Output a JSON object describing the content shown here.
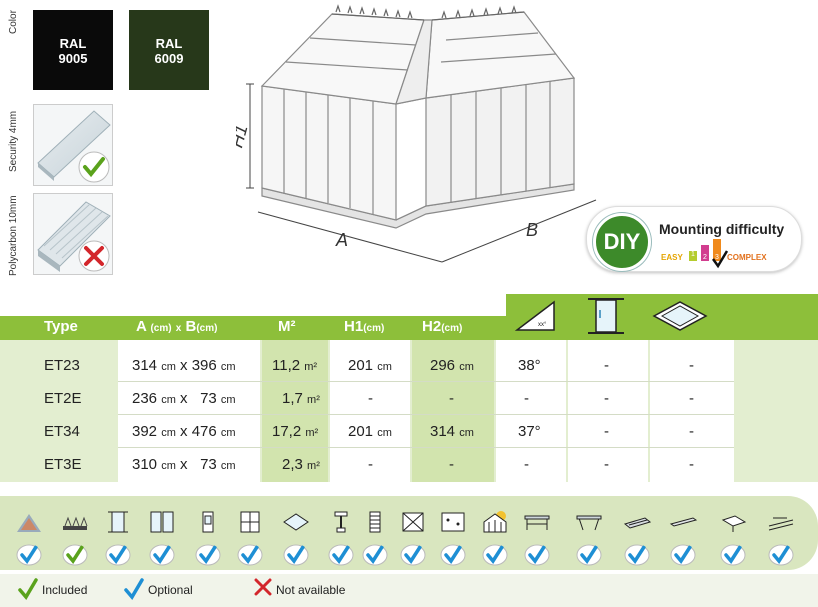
{
  "side_labels": {
    "color": "Color",
    "security": "Security 4mm",
    "polycarbon": "Polycarbon 10mm"
  },
  "colors": [
    {
      "label_line1": "RAL",
      "label_line2": "9005",
      "hex": "#0a0a0a"
    },
    {
      "label_line1": "RAL",
      "label_line2": "6009",
      "hex": "#27381a"
    }
  ],
  "glazing": [
    {
      "name": "Security 4mm",
      "status": "included"
    },
    {
      "name": "Polycarbon 10mm",
      "status": "not available"
    }
  ],
  "diagram": {
    "label_h": "H1",
    "label_a": "A",
    "label_b": "B"
  },
  "diy": {
    "badge": "DIY",
    "title": "Mounting difficulty",
    "easy": "EASY",
    "complex": "COMPLEX",
    "levels": [
      "1",
      "2",
      "3"
    ],
    "selected_level": 3
  },
  "table": {
    "headers": {
      "type": "Type",
      "a": "A",
      "a_unit": "(cm)",
      "x": "x",
      "b": "B",
      "b_unit": "(cm)",
      "m2": "M²",
      "h1": "H1",
      "h1_unit": "(cm)",
      "h2": "H2",
      "h2_unit": "(cm)"
    },
    "header_icons": [
      "roof-angle-icon",
      "door-icon",
      "window-icon"
    ],
    "rows": [
      {
        "type": "ET23",
        "a": "314",
        "b": "396",
        "unit": "cm",
        "x": "x",
        "m2": "11,2",
        "m2_unit": "m²",
        "h1": "201",
        "h1_unit": "cm",
        "h2": "296",
        "h2_unit": "cm",
        "angle": "38°",
        "c1": "-",
        "c2": "-"
      },
      {
        "type": "ET2E",
        "a": "236",
        "b": "73",
        "unit": "cm",
        "x": "x",
        "m2": "1,7",
        "m2_unit": "m²",
        "h1": "-",
        "h1_unit": "",
        "h2": "-",
        "h2_unit": "",
        "angle": "-",
        "c1": "-",
        "c2": "-"
      },
      {
        "type": "ET34",
        "a": "392",
        "b": "476",
        "unit": "cm",
        "x": "x",
        "m2": "17,2",
        "m2_unit": "m²",
        "h1": "201",
        "h1_unit": "cm",
        "h2": "314",
        "h2_unit": "cm",
        "angle": "37°",
        "c1": "-",
        "c2": "-"
      },
      {
        "type": "ET3E",
        "a": "310",
        "b": "73",
        "unit": "cm",
        "x": "x",
        "m2": "2,3",
        "m2_unit": "m²",
        "h1": "-",
        "h1_unit": "",
        "h2": "-",
        "h2_unit": "",
        "angle": "-",
        "c1": "-",
        "c2": "-"
      }
    ]
  },
  "accessories": [
    {
      "icon": "color-fan-icon",
      "status": "optional"
    },
    {
      "icon": "foundation-icon",
      "status": "included"
    },
    {
      "icon": "door-icon",
      "status": "optional"
    },
    {
      "icon": "double-door-icon",
      "status": "optional"
    },
    {
      "icon": "side-window-icon",
      "status": "optional"
    },
    {
      "icon": "louvre-window-icon",
      "status": "optional"
    },
    {
      "icon": "roof-window-icon",
      "status": "optional"
    },
    {
      "icon": "window-opener-icon",
      "status": "optional"
    },
    {
      "icon": "louvre-icon",
      "status": "optional"
    },
    {
      "icon": "shading-icon",
      "status": "optional"
    },
    {
      "icon": "gutter-icon",
      "status": "optional"
    },
    {
      "icon": "heater-icon",
      "status": "optional"
    },
    {
      "icon": "staging-icon",
      "status": "optional"
    },
    {
      "icon": "shelving-icon",
      "status": "optional"
    },
    {
      "icon": "tray-icon",
      "status": "optional"
    },
    {
      "icon": "plank-icon",
      "status": "optional"
    },
    {
      "icon": "bench-icon",
      "status": "optional"
    },
    {
      "icon": "rail-icon",
      "status": "optional"
    }
  ],
  "legend": {
    "included": "Included",
    "optional": "Optional",
    "not_available": "Not available"
  },
  "palette": {
    "green": "#8dbf3a",
    "check_green": "#5aa21c",
    "check_blue": "#1e8fd4",
    "cross_red": "#d3262b",
    "light_green": "#e3eed0"
  }
}
